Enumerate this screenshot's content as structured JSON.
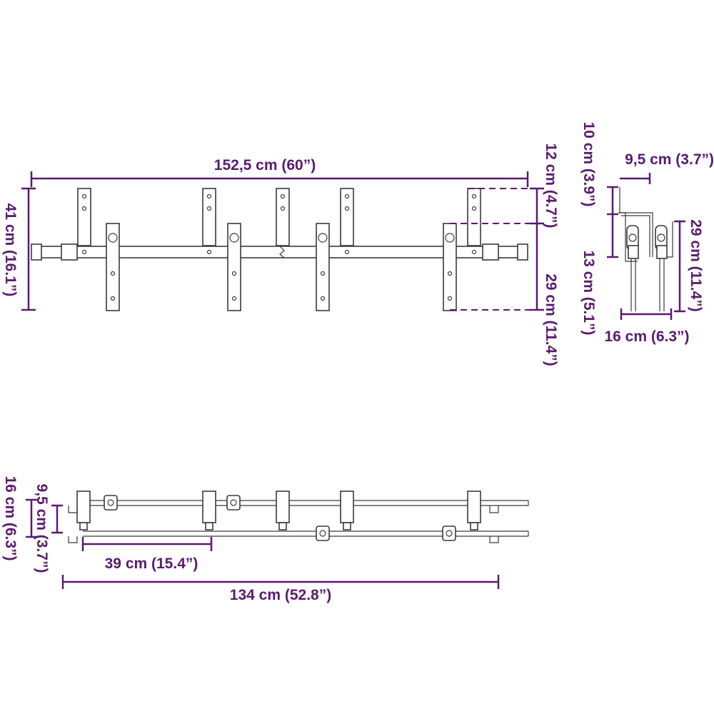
{
  "front_view": {
    "length_label": "152,5 cm (60”)",
    "height_label": "41 cm (16.1”)",
    "upper_label": "12 cm (4.7”)",
    "lower_label": "29 cm (11.4”)"
  },
  "side_view": {
    "top_label": "10 cm (3.9”)",
    "width_label": "9,5 cm (3.7”)",
    "middle_label": "13 cm (5.1”)",
    "height_label": "29 cm (11.4”)",
    "base_label": "16 cm (6.3”)"
  },
  "top_view": {
    "outer_label": "16 cm (6.3”)",
    "inner_label": "9,5 cm (3.7”)",
    "spacing_label": "39 cm (15.4”)",
    "length_label": "134 cm (52.8”)"
  },
  "colors": {
    "dimension": "#5a1a6e",
    "part": "#3a3a3a"
  }
}
